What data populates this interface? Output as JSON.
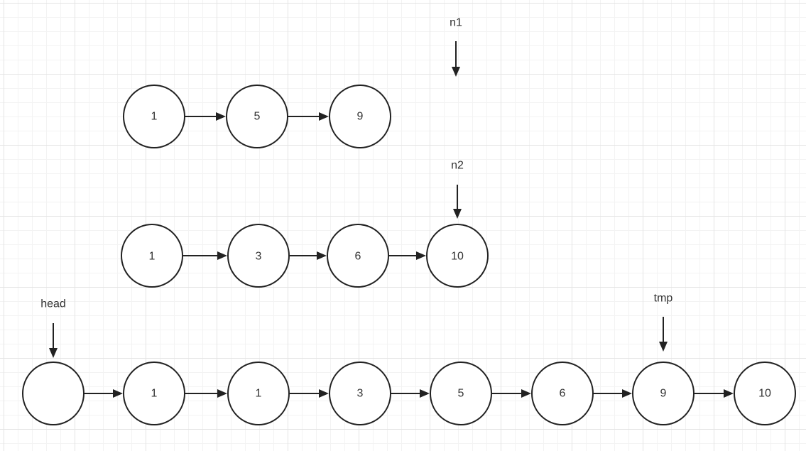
{
  "diagram": {
    "list1": {
      "nodes": [
        "1",
        "5",
        "9"
      ],
      "pointer": "n1"
    },
    "list2": {
      "nodes": [
        "1",
        "3",
        "6",
        "10"
      ],
      "pointer": "n2"
    },
    "merged": {
      "nodes": [
        "",
        "1",
        "1",
        "3",
        "5",
        "6",
        "9",
        "10"
      ],
      "head_pointer": "head",
      "tmp_pointer": "tmp"
    }
  }
}
